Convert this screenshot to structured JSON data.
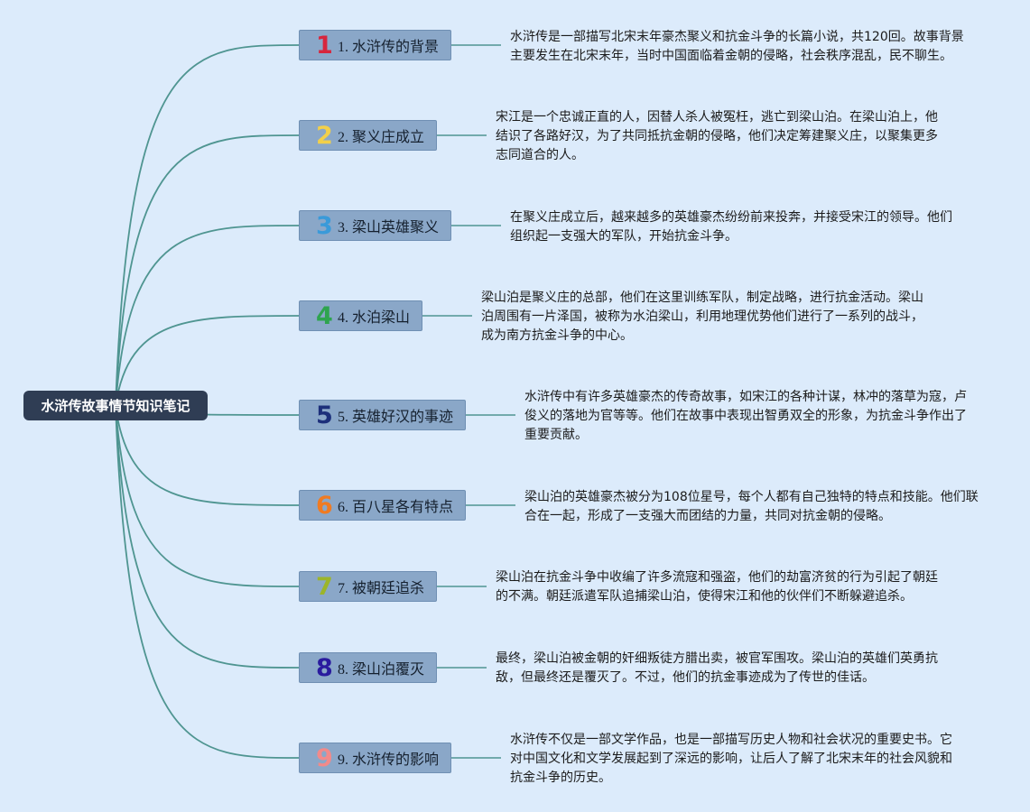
{
  "root": {
    "title": "水浒传故事情节知识笔记"
  },
  "colors": {
    "background": "#dcebfb",
    "root_fill": "#2f3d54",
    "branch_fill": "#8aa7c8",
    "connector": "#4f9591"
  },
  "branches": [
    {
      "num": "1",
      "num_color": "#d7263d",
      "title": "1. 水浒传的背景",
      "lines": [
        "水浒传是一部描写北宋末年豪杰聚义和抗金斗争的长篇小说，共120回。故事背景",
        "主要发生在北宋末年，当时中国面临着金朝的侵略，社会秩序混乱，民不聊生。"
      ]
    },
    {
      "num": "2",
      "num_color": "#f2d04a",
      "title": "2. 聚义庄成立",
      "lines": [
        "宋江是一个忠诚正直的人，因替人杀人被冤枉，逃亡到梁山泊。在梁山泊上，他",
        "结识了各路好汉，为了共同抵抗金朝的侵略，他们决定筹建聚义庄，以聚集更多",
        "志同道合的人。"
      ]
    },
    {
      "num": "3",
      "num_color": "#3a9ad9",
      "title": "3. 梁山英雄聚义",
      "lines": [
        "在聚义庄成立后，越来越多的英雄豪杰纷纷前来投奔，并接受宋江的领导。他们",
        "组织起一支强大的军队，开始抗金斗争。"
      ]
    },
    {
      "num": "4",
      "num_color": "#2ea44f",
      "title": "4. 水泊梁山",
      "lines": [
        "梁山泊是聚义庄的总部，他们在这里训练军队，制定战略，进行抗金活动。梁山",
        "泊周围有一片泽国，被称为水泊梁山，利用地理优势他们进行了一系列的战斗，",
        "成为南方抗金斗争的中心。"
      ]
    },
    {
      "num": "5",
      "num_color": "#1c2f7a",
      "title": "5. 英雄好汉的事迹",
      "lines": [
        "水浒传中有许多英雄豪杰的传奇故事，如宋江的各种计谋，林冲的落草为寇，卢",
        "俊义的落地为官等等。他们在故事中表现出智勇双全的形象，为抗金斗争作出了",
        "重要贡献。"
      ]
    },
    {
      "num": "6",
      "num_color": "#f07b22",
      "title": "6. 百八星各有特点",
      "lines": [
        "梁山泊的英雄豪杰被分为108位星号，每个人都有自己独特的特点和技能。他们联",
        "合在一起，形成了一支强大而团结的力量，共同对抗金朝的侵略。"
      ]
    },
    {
      "num": "7",
      "num_color": "#9cb52a",
      "title": "7. 被朝廷追杀",
      "lines": [
        "梁山泊在抗金斗争中收编了许多流寇和强盗，他们的劫富济贫的行为引起了朝廷",
        "的不满。朝廷派遣军队追捕梁山泊，使得宋江和他的伙伴们不断躲避追杀。"
      ]
    },
    {
      "num": "8",
      "num_color": "#2a1b9e",
      "title": "8. 梁山泊覆灭",
      "lines": [
        "最终，梁山泊被金朝的奸细叛徒方腊出卖，被官军围攻。梁山泊的英雄们英勇抗",
        "敌，但最终还是覆灭了。不过，他们的抗金事迹成为了传世的佳话。"
      ]
    },
    {
      "num": "9",
      "num_color": "#f28a8a",
      "title": "9. 水浒传的影响",
      "lines": [
        "水浒传不仅是一部文学作品，也是一部描写历史人物和社会状况的重要史书。它",
        "对中国文化和文学发展起到了深远的影响，让后人了解了北宋末年的社会风貌和",
        "抗金斗争的历史。"
      ]
    }
  ]
}
